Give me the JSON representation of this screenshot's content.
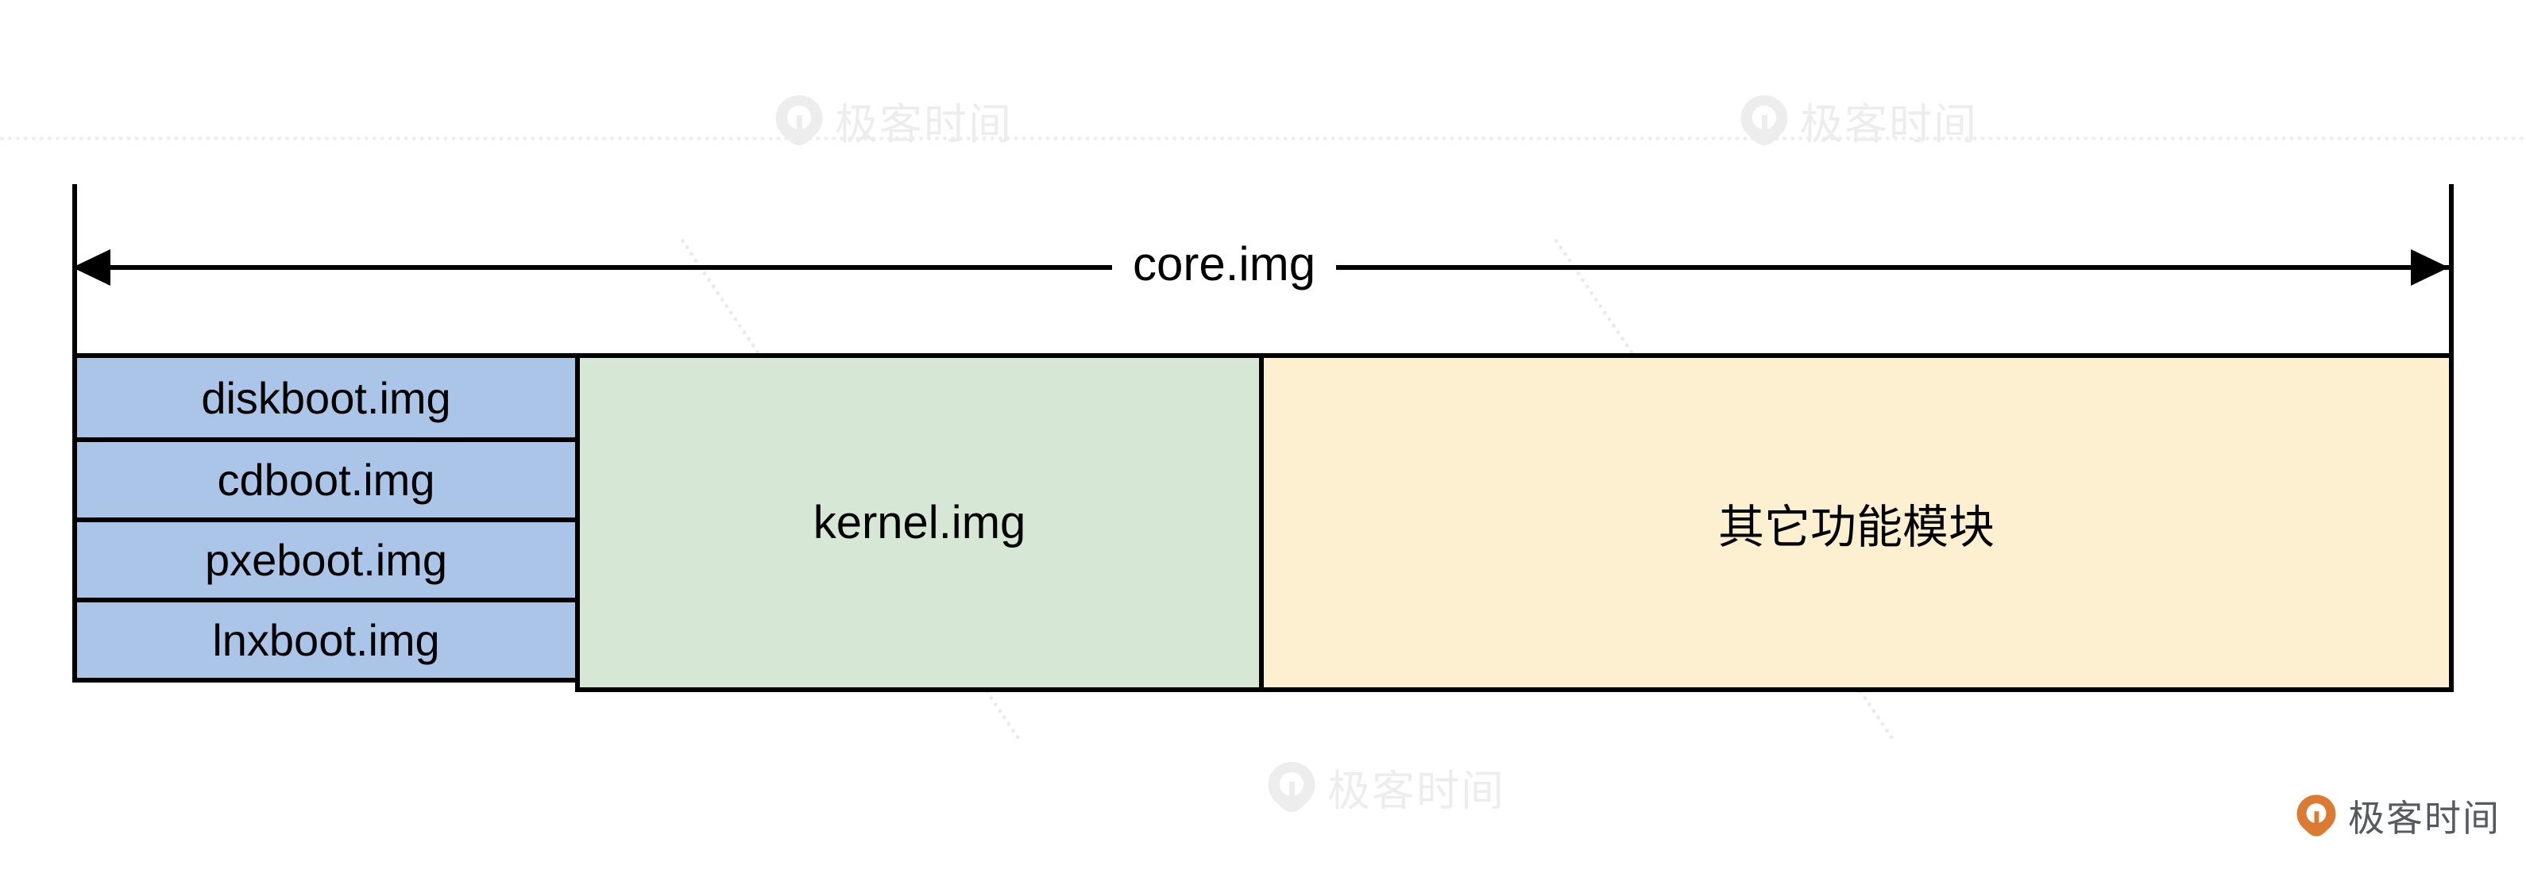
{
  "diagram": {
    "title_label": "core.img",
    "boot_images": [
      {
        "label": "diskboot.img"
      },
      {
        "label": "cdboot.img"
      },
      {
        "label": "pxeboot.img"
      },
      {
        "label": "lnxboot.img"
      }
    ],
    "kernel": {
      "label": "kernel.img"
    },
    "modules": {
      "label": "其它功能模块"
    },
    "colors": {
      "boot_fill": "#aac5e8",
      "kernel_fill": "#d6e8d5",
      "modules_fill": "#fcf0d0",
      "stroke": "#000000",
      "brand_orange": "#da7a33",
      "brand_text": "#555a5e",
      "watermark_gray": "#ededed"
    }
  },
  "watermarks": {
    "text": "极客时间",
    "instances": [
      {
        "name": "watermark-top-left"
      },
      {
        "name": "watermark-top-right"
      },
      {
        "name": "watermark-bottom-center"
      }
    ]
  },
  "brand": {
    "name": "极客时间"
  }
}
